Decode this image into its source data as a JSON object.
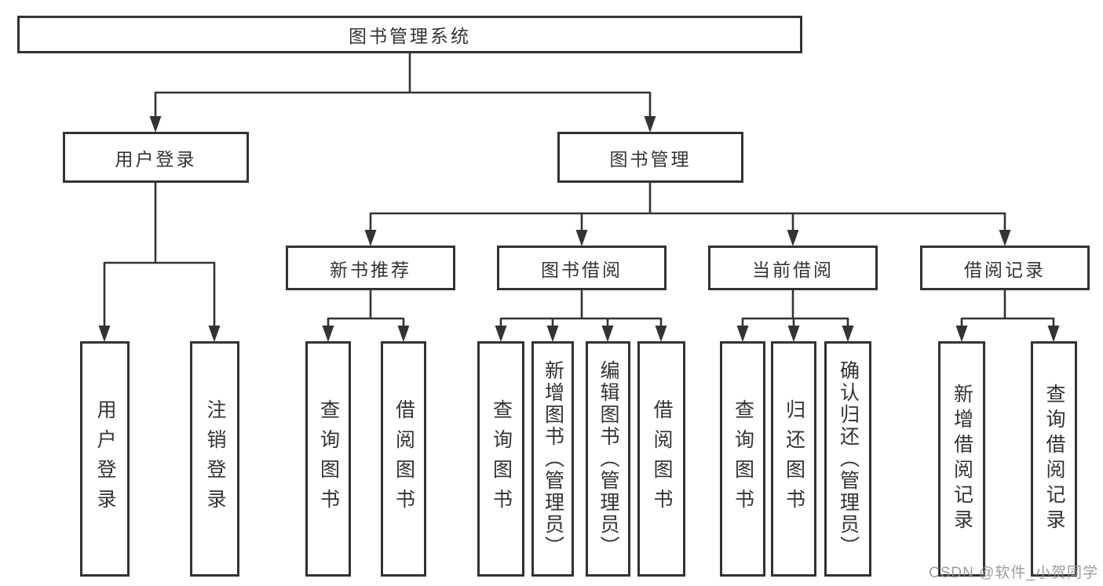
{
  "diagram": {
    "root": {
      "label": "图书管理系统"
    },
    "level2": [
      {
        "id": "user-login",
        "label": "用户登录"
      },
      {
        "id": "book-management",
        "label": "图书管理"
      }
    ],
    "level3": [
      {
        "id": "new-book-recommend",
        "label": "新书推荐"
      },
      {
        "id": "book-borrow",
        "label": "图书借阅"
      },
      {
        "id": "current-borrow",
        "label": "当前借阅"
      },
      {
        "id": "borrow-records",
        "label": "借阅记录"
      }
    ],
    "leaves": {
      "user_login": [
        "用户登录",
        "注销登录"
      ],
      "new_book_recommend": [
        "查询图书",
        "借阅图书"
      ],
      "book_borrow": [
        "查询图书",
        "新增图书（管理员）",
        "编辑图书（管理员）",
        "借阅图书"
      ],
      "current_borrow": [
        "查询图书",
        "归还图书",
        "确认归还（管理员）"
      ],
      "borrow_records": [
        "新增借阅记录",
        "查询借阅记录"
      ]
    }
  },
  "watermark": "CSDN @软件_小贺同学",
  "colors": {
    "line": "#333333",
    "box_border": "#323232",
    "text": "#333333",
    "watermark": "#949494",
    "background": "#ffffff"
  }
}
